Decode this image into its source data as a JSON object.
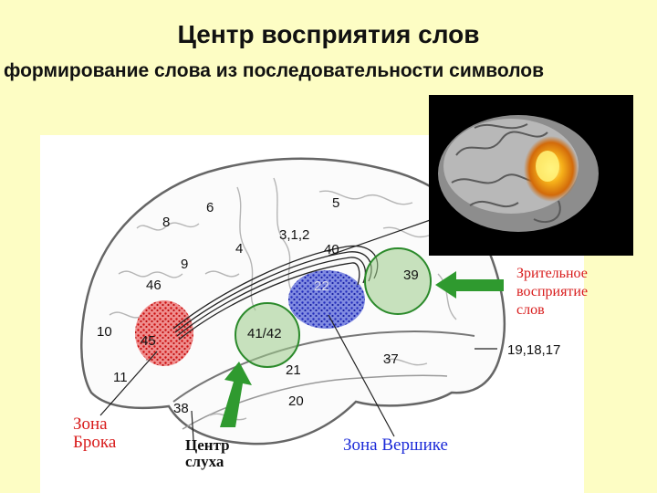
{
  "title": "Центр восприятия слов",
  "subtitle": "формирование слова из последовательности символов",
  "area_numbers": [
    "8",
    "6",
    "5",
    "3,1,2",
    "4",
    "40",
    "9",
    "46",
    "39",
    "10",
    "45",
    "41/42",
    "22",
    "37",
    "19,18,17",
    "11",
    "21",
    "38",
    "20"
  ],
  "labels": {
    "broca": [
      "Зона",
      "Брока"
    ],
    "wernicke": "Зона Вершике",
    "hearing": [
      "Центр",
      "слуха"
    ],
    "visual": [
      "Зрительное",
      "восприятие",
      "слов"
    ]
  },
  "colors": {
    "background": "#fdfdc4",
    "broca_zone": "#d32020",
    "wernicke_zone": "#2233cc",
    "green_zone": "#9ccc8a",
    "arrow": "#2f9a2f"
  }
}
